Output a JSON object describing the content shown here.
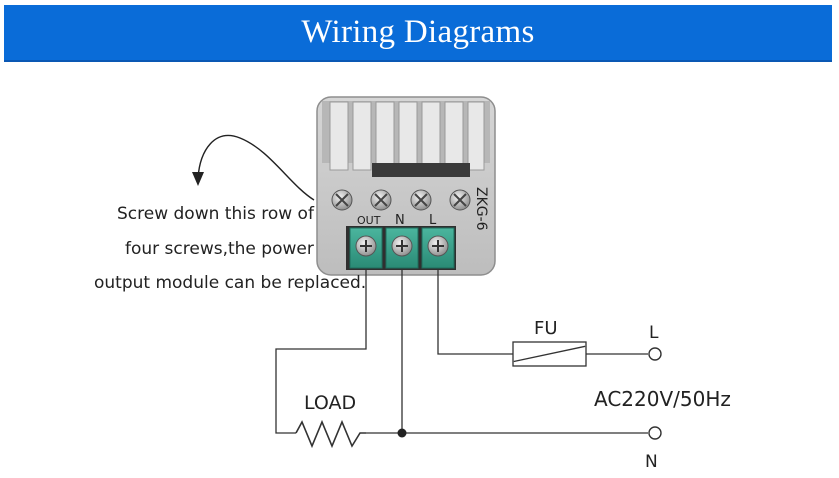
{
  "banner": {
    "title": "Wiring Diagrams"
  },
  "module": {
    "model": "ZKG-6",
    "terminals": [
      "OUT",
      "N",
      "L"
    ]
  },
  "note_lines": [
    "Screw down this row of",
    "four screws,the power",
    "output module can be replaced."
  ],
  "circuit": {
    "fuse_label": "FU",
    "load_label": "LOAD",
    "supply_label": "AC220V/50Hz",
    "terminal_live": "L",
    "terminal_neutral": "N"
  },
  "colors": {
    "banner": "#0a6cd8",
    "terminal_block": "#3aa58f",
    "module_body": "#c4c4c4",
    "wire": "#333333"
  }
}
